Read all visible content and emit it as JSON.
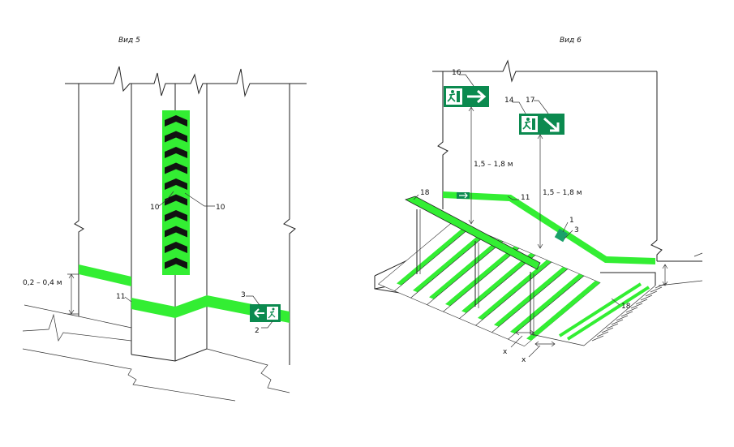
{
  "view5": {
    "title": "Вид 5",
    "dim_height": "0,2 – 0,4 м",
    "callouts": {
      "c10a": "10",
      "c10b": "10",
      "c11": "11",
      "c3": "3",
      "c2": "2"
    }
  },
  "view6": {
    "title": "Вид 6",
    "dim_sign1": "1,5 – 1,8 м",
    "dim_sign2": "1,5 – 1,8 м",
    "callouts": {
      "c16": "16",
      "c14": "14",
      "c17": "17",
      "c18a": "18",
      "c11": "11",
      "c1": "1",
      "c3": "3",
      "c18b": "18",
      "x1": "x",
      "x2": "x"
    }
  },
  "colors": {
    "luminescent": "#33ee33",
    "chevron_dark": "#111111",
    "sign_green": "#0b8a4f"
  },
  "icons": [
    "running-man-icon",
    "arrow-right-icon",
    "arrow-left-icon",
    "arrow-down-right-icon",
    "chevron-icon"
  ]
}
